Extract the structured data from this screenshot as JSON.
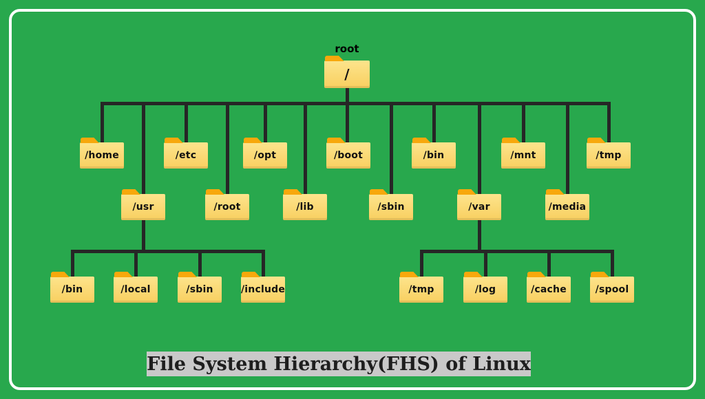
{
  "diagram": {
    "title": "File System Hierarchy(FHS) of Linux",
    "root": {
      "label": "root",
      "folder_text": "/"
    },
    "level1": [
      "/home",
      "/etc",
      "/opt",
      "/boot",
      "/bin",
      "/mnt",
      "/tmp"
    ],
    "level2": [
      "/usr",
      "/root",
      "/lib",
      "/sbin",
      "/var",
      "/media"
    ],
    "usr_children": [
      "/bin",
      "/local",
      "/sbin",
      "/include"
    ],
    "var_children": [
      "/tmp",
      "/log",
      "/cache",
      "/spool"
    ],
    "colors": {
      "background": "#28a84d",
      "line": "#262626",
      "folder_body": "#f8cf60",
      "folder_tab": "#f7a80c",
      "title_background": "#c9c9c9",
      "title_text": "#1e1e1e",
      "frame_border": "#ffffff"
    }
  }
}
